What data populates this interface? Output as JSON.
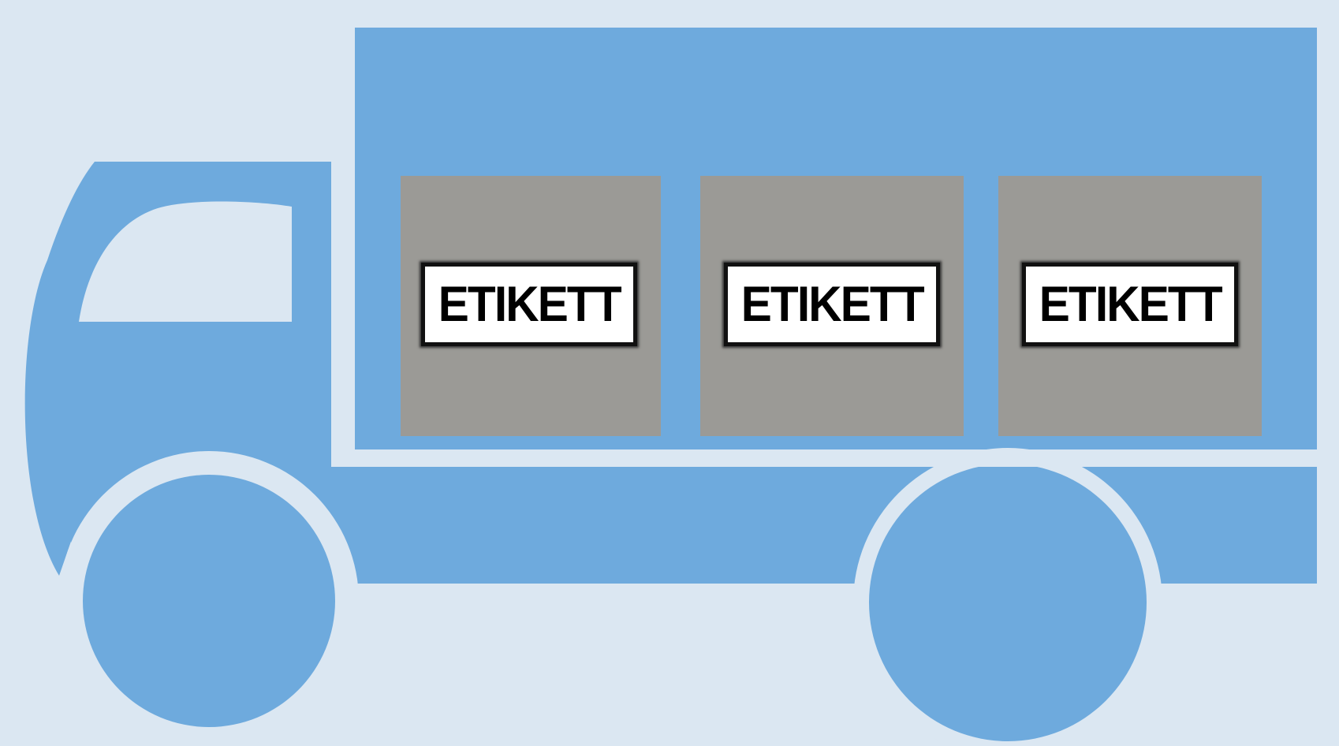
{
  "colors": {
    "background": "#dbe7f2",
    "truck": "#6eaadd",
    "window": "#dbe7f2",
    "cargo_box": "#9b9a96",
    "label_background": "#ffffff",
    "label_border": "#111111",
    "label_text": "#000000"
  },
  "cargo": [
    {
      "label": "ETIKETT"
    },
    {
      "label": "ETIKETT"
    },
    {
      "label": "ETIKETT"
    }
  ]
}
